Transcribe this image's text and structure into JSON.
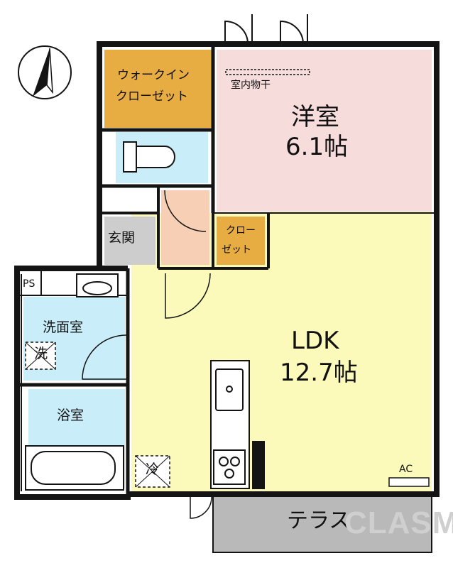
{
  "rooms": {
    "western": {
      "name": "洋室",
      "size": "6.1帖"
    },
    "ldk": {
      "name": "LDK",
      "size": "12.7帖"
    },
    "walk_in_closet": {
      "line1": "ウォークイン",
      "line2": "クローゼット"
    },
    "closet": {
      "line1": "クロー",
      "line2": "ゼット"
    },
    "entrance": "玄関",
    "washroom": "洗面室",
    "bathroom": "浴室",
    "terrace": "テラス"
  },
  "labels": {
    "indoor_drying": "室内物干",
    "pipe_space": "PS",
    "air_conditioner": "AC",
    "washer_mark": "洗",
    "fridge_mark": "冷"
  },
  "watermark": "CLASM",
  "colors": {
    "western": "#f7dcdc",
    "ldk": "#fbfaba",
    "walk_in_closet": "#e8ad42",
    "closet": "#e8ad42",
    "toilet": "#c9eef9",
    "washroom": "#c9eef9",
    "bathroom": "#c9eef9",
    "entrance": "#cdcdcd",
    "hall": "#f6cfb4",
    "terrace": "#b9b9b9",
    "wall": "#141414"
  },
  "icons": [
    "compass-north-icon",
    "toilet-icon",
    "sink-icon",
    "bathtub-icon",
    "stove-icon",
    "door-swing-icon"
  ]
}
